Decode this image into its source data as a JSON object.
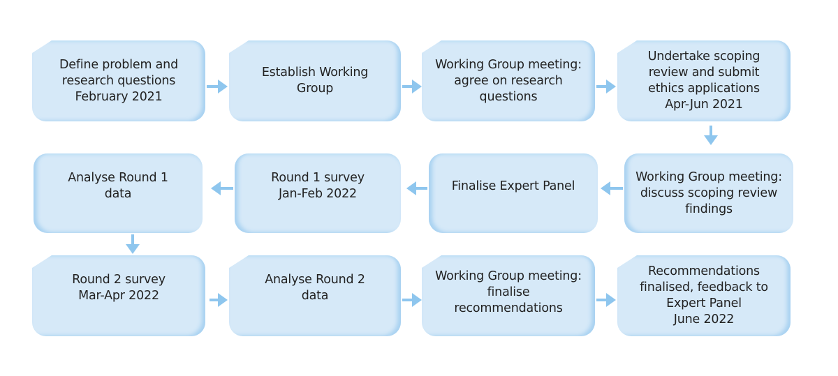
{
  "diagram": {
    "type": "process-flow",
    "steps": [
      {
        "label": "Define problem and\nresearch questions\nFebruary 2021"
      },
      {
        "label": "Establish Working\nGroup"
      },
      {
        "label": "Working Group meeting:\nagree on research\nquestions"
      },
      {
        "label": "Undertake scoping\nreview and submit\nethics applications\nApr-Jun 2021"
      },
      {
        "label": "Working Group meeting:\ndiscuss scoping review\nfindings"
      },
      {
        "label": "Finalise Expert Panel"
      },
      {
        "label": "Round 1 survey\nJan-Feb 2022"
      },
      {
        "label": "Analyse Round 1\ndata"
      },
      {
        "label": "Round 2 survey\nMar-Apr 2022"
      },
      {
        "label": "Analyse Round 2\ndata"
      },
      {
        "label": "Working Group meeting:\nfinalise\nrecommendations"
      },
      {
        "label": "Recommendations\nfinalised, feedback to\nExpert Panel\nJune 2022"
      }
    ],
    "connections": [
      {
        "from": 1,
        "to": 2,
        "direction": "right"
      },
      {
        "from": 2,
        "to": 3,
        "direction": "right"
      },
      {
        "from": 3,
        "to": 4,
        "direction": "right"
      },
      {
        "from": 4,
        "to": 5,
        "direction": "down"
      },
      {
        "from": 5,
        "to": 6,
        "direction": "left"
      },
      {
        "from": 6,
        "to": 7,
        "direction": "left"
      },
      {
        "from": 7,
        "to": 8,
        "direction": "left"
      },
      {
        "from": 8,
        "to": 9,
        "direction": "down"
      },
      {
        "from": 9,
        "to": 10,
        "direction": "right"
      },
      {
        "from": 10,
        "to": 11,
        "direction": "right"
      },
      {
        "from": 11,
        "to": 12,
        "direction": "right"
      }
    ],
    "colors": {
      "box_fill": "#d6e9f8",
      "box_shadow": "#a9d2f1",
      "arrow": "#8ec6ee",
      "text": "#222222"
    }
  }
}
